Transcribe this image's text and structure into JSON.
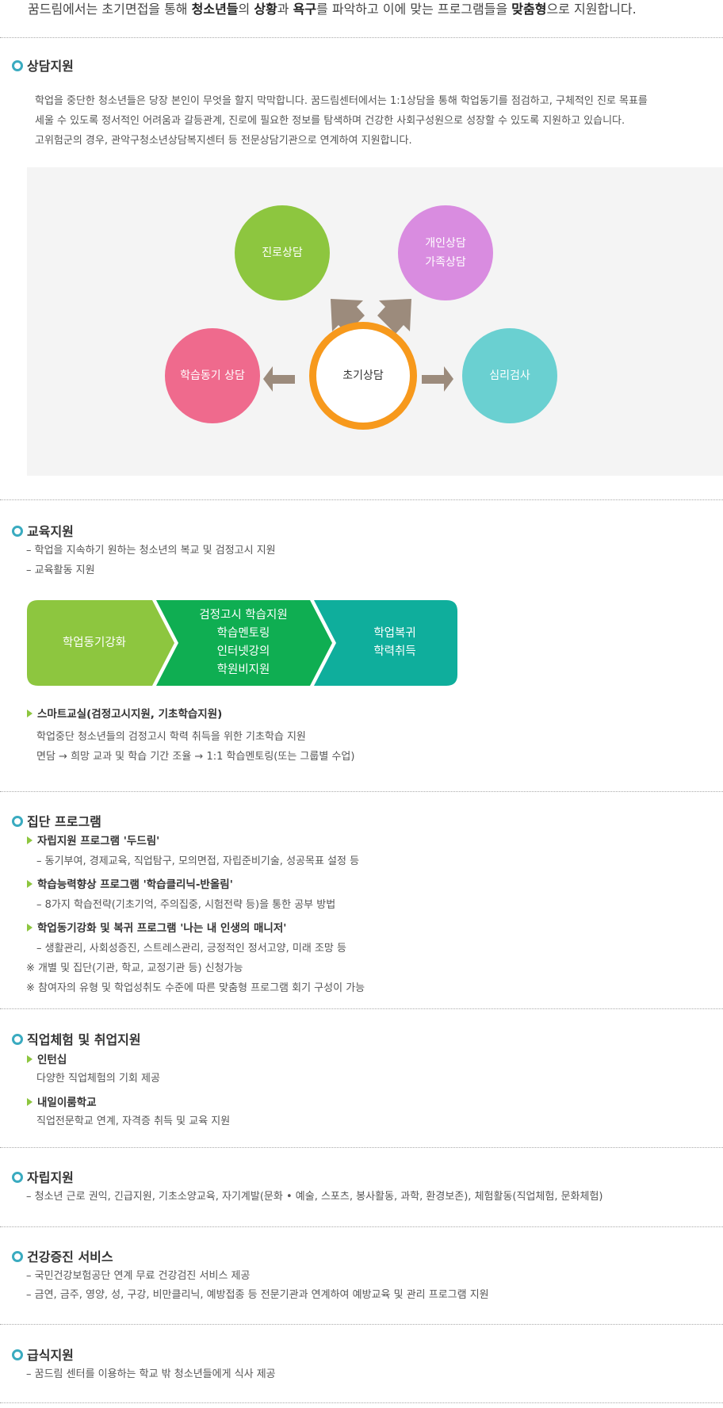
{
  "intro": {
    "p1": "꿈드림에서는 초기면접을 통해 ",
    "b1": "청소년들",
    "p2": "의 ",
    "b2": "상황",
    "p3": "과 ",
    "b3": "욕구",
    "p4": "를 파악하고 이에 맞는 프로그램들을 ",
    "b4": "맞춤형",
    "p5": "으로 지원합니다."
  },
  "counseling": {
    "title": "상담지원",
    "lines": [
      "학업을 중단한 청소년들은 당장 본인이 무엇을 할지 막막합니다. 꿈드림센터에서는 1:1상담을 통해 학업동기를 점검하고, 구체적인 진로 목표를",
      "세울 수 있도록 정서적인 어려움과 갈등관계, 진로에 필요한 정보를 탐색하며 건강한 사회구성원으로 성장할 수 있도록 지원하고 있습니다.",
      "고위험군의 경우, 관악구청소년상담복지센터 등 전문상담기관으로 연계하여 지원합니다."
    ],
    "diagram": {
      "center": "초기상담",
      "career": "진로상담",
      "personal_1": "개인상담",
      "personal_2": "가족상담",
      "motivation": "학습동기 상담",
      "psych": "심리검사",
      "colors": {
        "career": "#8dc63f",
        "personal": "#d98ce0",
        "motivation": "#ef6a8d",
        "psych": "#6ad0d1",
        "center_ring": "#f7991c",
        "arrow": "#9c8b7c"
      }
    }
  },
  "education": {
    "title": "교육지원",
    "items": [
      "– 학업을 지속하기 원하는 청소년의 복교 및 검정고시 지원",
      "– 교육활동 지원"
    ],
    "flow": {
      "step1": "학업동기강화",
      "step2": [
        "검정고시 학습지원",
        "학습멘토링",
        "인터넷강의",
        "학원비지원"
      ],
      "step3": [
        "학업복귀",
        "학력취득"
      ],
      "colors": [
        "#8dc63f",
        "#0fae52",
        "#0fae9c"
      ]
    },
    "smart_title": "스마트교실(검정고시지원, 기초학습지원)",
    "smart_lines": [
      "학업중단 청소년들의 검정고시 학력 취득을 위한 기초학습 지원",
      "면담 → 희망 교과 및 학습 기간 조율 → 1:1 학습멘토링(또는 그룹별 수업)"
    ]
  },
  "group": {
    "title": "집단 프로그램",
    "p1_title": "자립지원 프로그램 '두드림'",
    "p1_desc": "– 동기부여, 경제교육, 직업탐구, 모의면접, 자립준비기술, 성공목표 설정 등",
    "p2_title": "학습능력향상 프로그램 '학습클리닉-반올림'",
    "p2_desc": "– 8가지 학습전략(기초기억, 주의집중, 시험전략 등)을 통한 공부 방법",
    "p3_title": "학업동기강화 및 복귀 프로그램 '나는 내 인생의 매니저'",
    "p3_desc": "– 생활관리, 사회성증진, 스트레스관리, 긍정적인 정서고양, 미래 조망 등",
    "note1": "※ 개별 및 집단(기관, 학교, 교정기관 등) 신청가능",
    "note2": "※ 참여자의 유형 및 학업성취도 수준에 따른 맞춤형 프로그램 회기 구성이 가능"
  },
  "job": {
    "title": "직업체험 및 취업지원",
    "s1_title": "인턴십",
    "s1_desc": "다양한 직업체험의 기회 제공",
    "s2_title": "내일이룸학교",
    "s2_desc": "직업전문학교 연계, 자격증 취득 및 교육 지원"
  },
  "independence": {
    "title": "자립지원",
    "desc": "– 청소년 근로 권익, 긴급지원, 기초소양교육, 자기계발(문화 • 예술, 스포츠, 봉사활동, 과학, 환경보존), 체험활동(직업체험, 문화체험)"
  },
  "health": {
    "title": "건강증진 서비스",
    "d1": "– 국민건강보험공단 연계 무료 건강검진 서비스 제공",
    "d2": "– 금연, 금주, 영양, 성, 구강, 비만클리닉, 예방접종 등 전문기관과 연계하여 예방교육 및 관리 프로그램 지원"
  },
  "meal": {
    "title": "급식지원",
    "desc": "– 꿈드림 센터를 이용하는 학교 밖 청소년들에게 식사 제공"
  }
}
